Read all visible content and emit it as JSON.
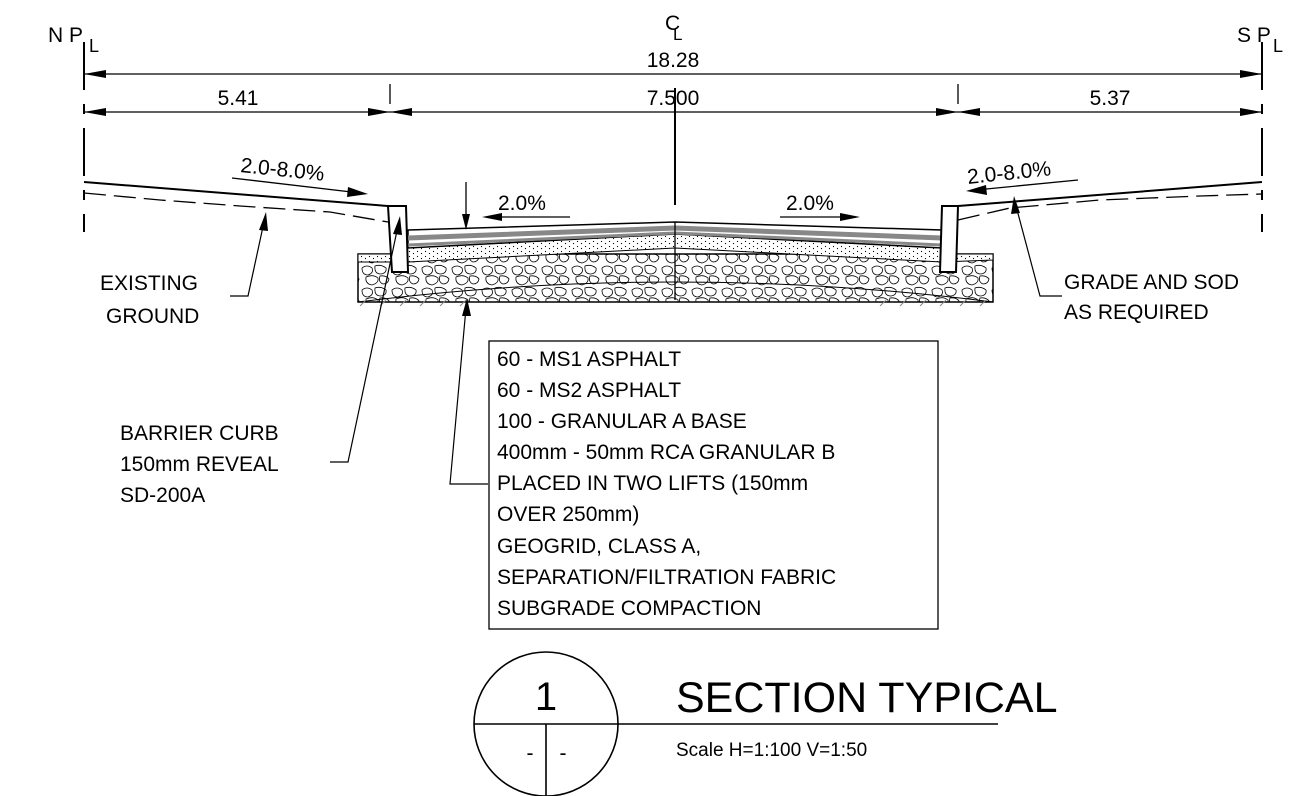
{
  "labels": {
    "north_pl": "N P",
    "north_pl_sub": "L",
    "south_pl": "S P",
    "south_pl_sub": "L",
    "centerline": "C",
    "centerline_sub": "L"
  },
  "dimensions": {
    "overall": "18.28",
    "left": "5.41",
    "center": "7.500",
    "right": "5.37"
  },
  "slopes": {
    "left_boulevard": "2.0-8.0%",
    "left_lane": "2.0%",
    "right_lane": "2.0%",
    "right_boulevard": "2.0-8.0%"
  },
  "callouts": {
    "existing_ground": [
      "EXISTING",
      "GROUND"
    ],
    "grade_sod": [
      "GRADE AND SOD",
      "AS REQUIRED"
    ],
    "barrier_curb": [
      "BARRIER CURB",
      "150mm REVEAL",
      "SD-200A"
    ]
  },
  "spec_box": {
    "lines": [
      "60 - MS1 ASPHALT",
      "60 - MS2 ASPHALT",
      "100 - GRANULAR A BASE",
      "400mm - 50mm RCA GRANULAR B",
      "PLACED IN TWO LIFTS (150mm",
      "OVER 250mm)",
      "GEOGRID, CLASS A,",
      "SEPARATION/FILTRATION FABRIC",
      "SUBGRADE COMPACTION"
    ]
  },
  "title_block": {
    "section_number": "1",
    "sheet_left": "-",
    "sheet_right": "-",
    "title": "SECTION TYPICAL",
    "scale": "Scale H=1:100 V=1:50"
  }
}
